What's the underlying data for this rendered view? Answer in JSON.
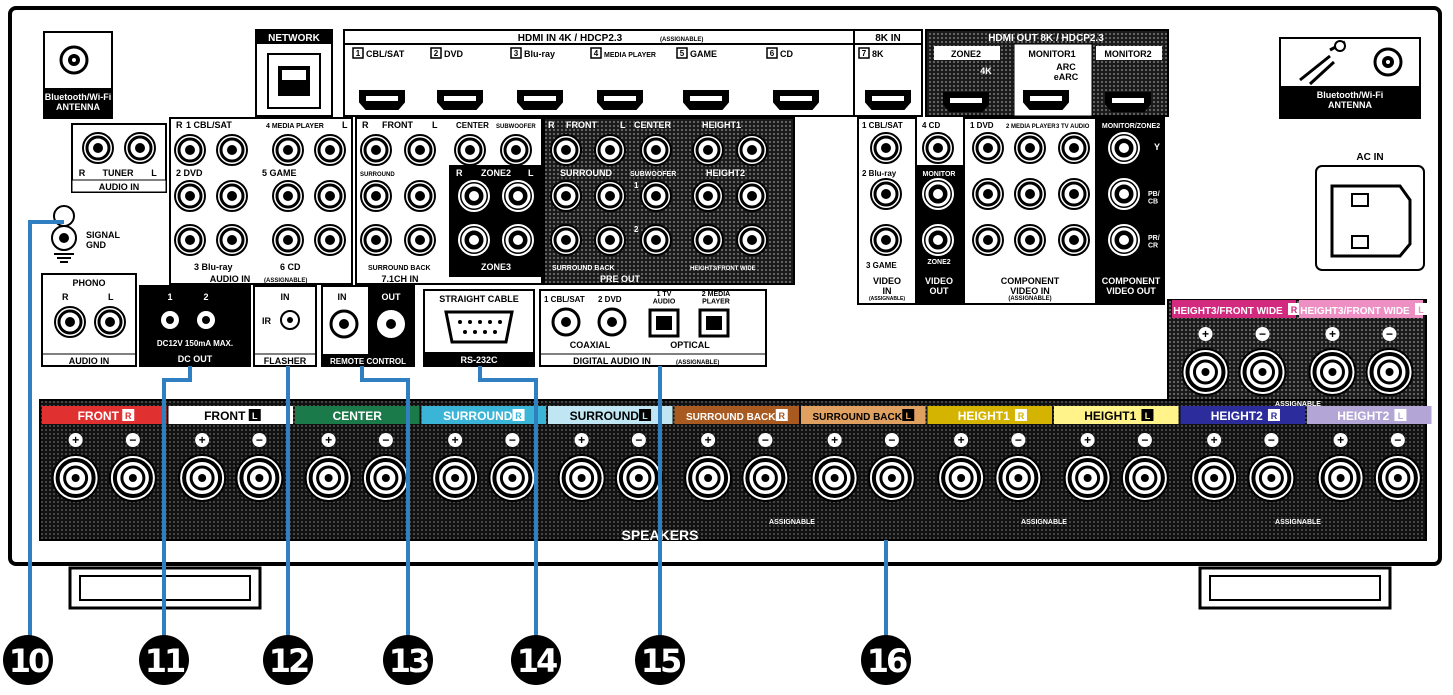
{
  "antenna_left": "Bluetooth/Wi-Fi\nANTENNA",
  "antenna_right": "Bluetooth/Wi-Fi\nANTENNA",
  "network": "NETWORK",
  "hdmi_in_title": "HDMI IN  4K / HDCP2.3",
  "hdmi_in_assign": "(ASSIGNABLE)",
  "hdmi_in_8k_title": "8K  IN",
  "hdmi_in": [
    {
      "num": "1",
      "label": "CBL/SAT"
    },
    {
      "num": "2",
      "label": "DVD"
    },
    {
      "num": "3",
      "label": "Blu-ray"
    },
    {
      "num": "4",
      "label": "MEDIA PLAYER"
    },
    {
      "num": "5",
      "label": "GAME"
    },
    {
      "num": "6",
      "label": "CD"
    },
    {
      "num": "7",
      "label": "8K"
    }
  ],
  "hdmi_out_title": "HDMI OUT  8K / HDCP2.3",
  "hdmi_out": [
    "ZONE2",
    "MONITOR1",
    "MONITOR2"
  ],
  "hdmi_out_4k": "4K",
  "hdmi_out_arc": "ARC",
  "hdmi_out_earc": "eARC",
  "tuner": {
    "r": "R",
    "label": "TUNER",
    "l": "L",
    "section": "AUDIO IN"
  },
  "signal_gnd": "SIGNAL\nGND",
  "audio_in": {
    "r": "R",
    "l": "L",
    "labels": [
      "1 CBL/SAT",
      "4 MEDIA PLAYER",
      "2 DVD",
      "5 GAME",
      "3 Blu-ray",
      "6 CD"
    ],
    "section": "AUDIO IN",
    "assign": "(ASSIGNABLE)"
  },
  "ch71": {
    "r": "R",
    "front": "FRONT",
    "l": "L",
    "center": "CENTER",
    "subwoofer": "SUBWOOFER",
    "surround": "SURROUND",
    "surround_back": "SURROUND BACK",
    "section": "7.1CH IN"
  },
  "zone": {
    "r": "R",
    "zone2": "ZONE2",
    "l": "L",
    "zone3": "ZONE3"
  },
  "preout": {
    "r": "R",
    "l": "L",
    "front": "FRONT",
    "center": "CENTER",
    "height1": "HEIGHT1",
    "surround": "SURROUND",
    "subwoofer": "SUBWOOFER",
    "height2": "HEIGHT2",
    "sub1": "1",
    "sub2": "2",
    "surround_back": "SURROUND BACK",
    "height_wide": "HEIGHT3/FRONT WIDE",
    "section": "PRE OUT"
  },
  "video_in": {
    "labels": [
      "1 CBL/SAT",
      "4 CD",
      "2 Blu-ray",
      "3 GAME"
    ],
    "section": "VIDEO\nIN",
    "assign": "(ASSIGNABLE)"
  },
  "video_out": {
    "monitor": "MONITOR",
    "zone2": "ZONE2",
    "section": "VIDEO\nOUT"
  },
  "component_in": {
    "labels": [
      "1 DVD",
      "2 MEDIA PLAYER",
      "3 TV AUDIO"
    ],
    "section": "COMPONENT\nVIDEO IN",
    "assign": "(ASSIGNABLE)"
  },
  "component_out": {
    "header": "MONITOR/ZONE2",
    "y": "Y",
    "pb": "PB/\nCB",
    "pr": "PR/\nCR",
    "section": "COMPONENT\nVIDEO OUT"
  },
  "ac_in": "AC IN",
  "phono": {
    "label": "PHONO",
    "r": "R",
    "l": "L",
    "section": "AUDIO IN"
  },
  "dc_out": {
    "one": "1",
    "two": "2",
    "spec": "DC12V 150mA MAX.",
    "section": "DC OUT"
  },
  "flasher": {
    "in": "IN",
    "ir": "IR",
    "section": "FLASHER"
  },
  "remote": {
    "in": "IN",
    "out": "OUT",
    "section": "REMOTE CONTROL"
  },
  "rs232": {
    "label": "STRAIGHT CABLE",
    "section": "RS-232C"
  },
  "digital": {
    "cbl": "1 CBL/SAT",
    "dvd": "2 DVD",
    "tv": "1 TV\nAUDIO",
    "mp": "2 MEDIA\nPLAYER",
    "coaxial": "COAXIAL",
    "optical": "OPTICAL",
    "section": "DIGITAL AUDIO IN",
    "assign": "(ASSIGNABLE)"
  },
  "speakers_title": "SPEAKERS",
  "assignable": "ASSIGNABLE",
  "plus": "+",
  "minus": "−",
  "speakers": [
    {
      "label": "FRONT",
      "side": "R",
      "color": "#e03030",
      "text": "#ffffff"
    },
    {
      "label": "FRONT",
      "side": "L",
      "color": "#ffffff",
      "text": "#000000"
    },
    {
      "label": "CENTER",
      "side": "",
      "color": "#1a7a4a",
      "text": "#ffffff"
    },
    {
      "label": "SURROUND",
      "side": "R",
      "color": "#3ab5d8",
      "text": "#ffffff"
    },
    {
      "label": "SURROUND",
      "side": "L",
      "color": "#bfe6f2",
      "text": "#000000"
    },
    {
      "label": "SURROUND BACK",
      "side": "R",
      "color": "#a85a20",
      "text": "#ffffff"
    },
    {
      "label": "SURROUND BACK",
      "side": "L",
      "color": "#e0a060",
      "text": "#000000"
    },
    {
      "label": "HEIGHT1",
      "side": "R",
      "color": "#d4b400",
      "text": "#ffffff"
    },
    {
      "label": "HEIGHT1",
      "side": "L",
      "color": "#fff38a",
      "text": "#000000"
    },
    {
      "label": "HEIGHT2",
      "side": "R",
      "color": "#2c2c9c",
      "text": "#ffffff"
    },
    {
      "label": "HEIGHT2",
      "side": "L",
      "color": "#b3a6d6",
      "text": "#ffffff"
    }
  ],
  "height3": [
    {
      "label": "HEIGHT3/FRONT WIDE",
      "side": "R",
      "color": "#d12a7e",
      "text": "#ffffff"
    },
    {
      "label": "HEIGHT3/FRONT WIDE",
      "side": "L",
      "color": "#ee8fc4",
      "text": "#ffffff"
    }
  ],
  "callouts": [
    "10",
    "11",
    "12",
    "13",
    "14",
    "15",
    "16"
  ],
  "colors": {
    "callout_line": "#2f7fc1",
    "panel": "#ffffff",
    "dark": "#0b0b0b"
  }
}
